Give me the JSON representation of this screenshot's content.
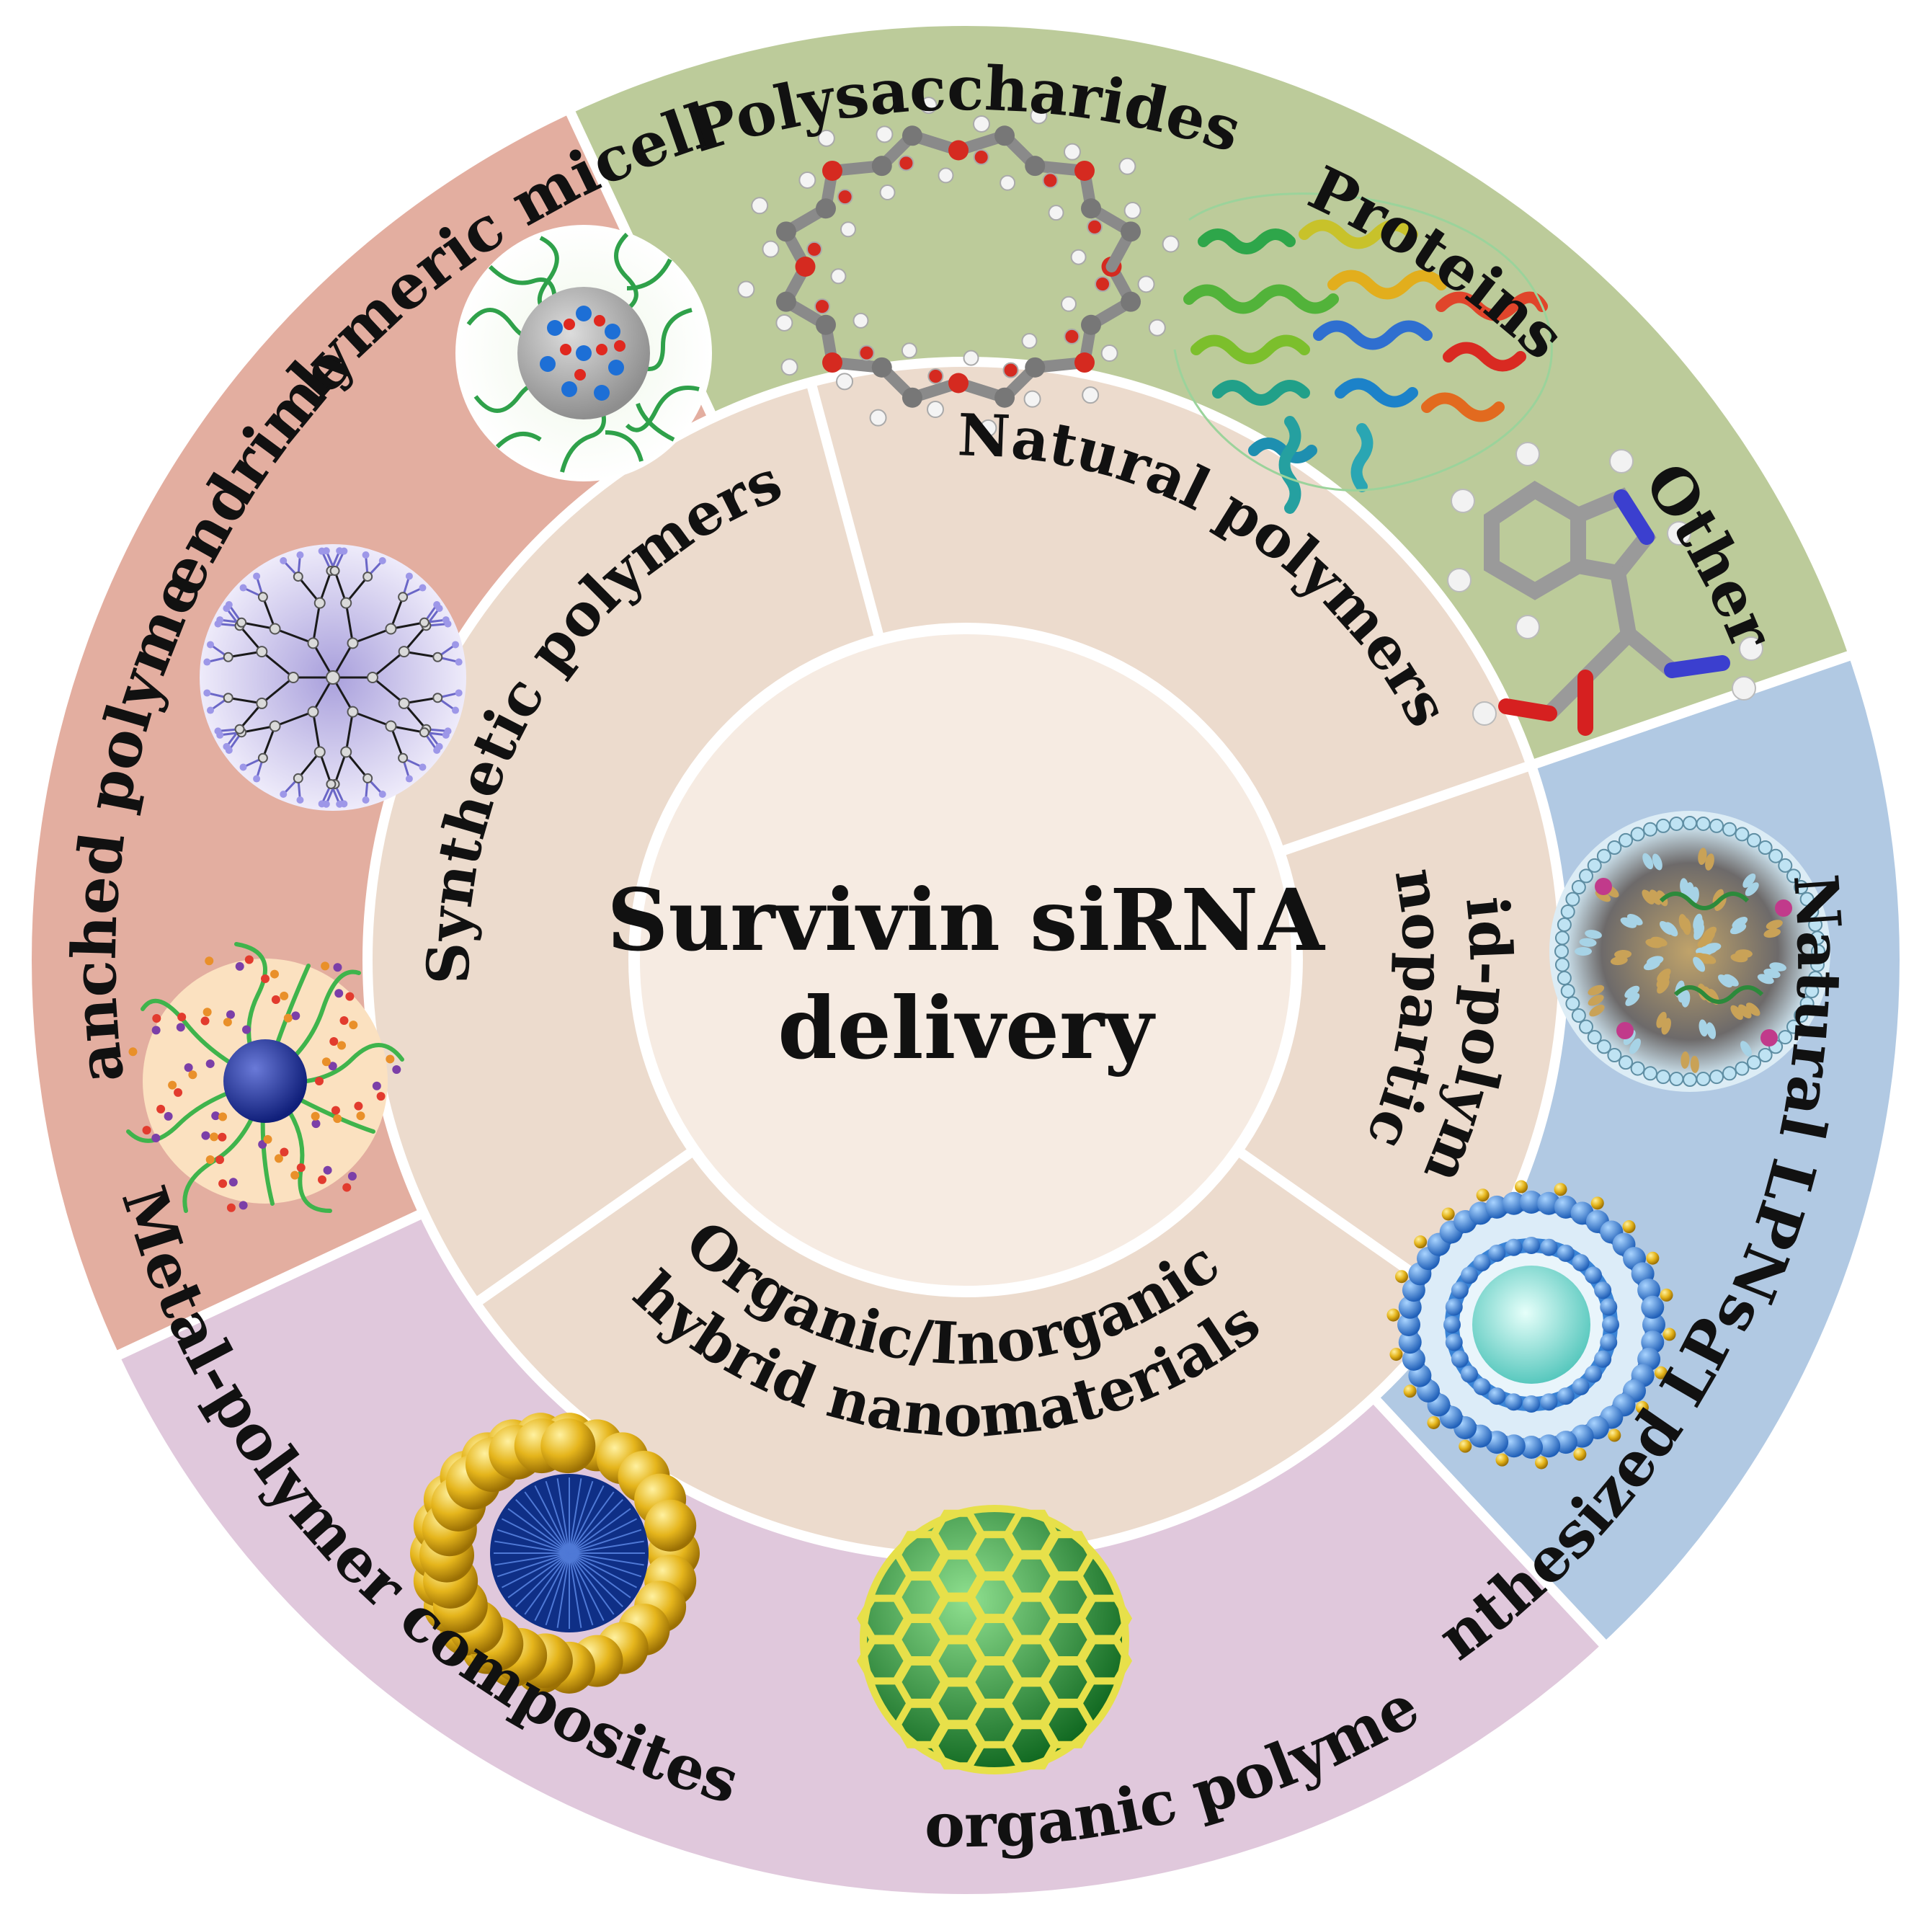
{
  "center": {
    "line1": "Survivin siRNA",
    "line2": "delivery"
  },
  "colors": {
    "synthetic": "#e3aea0",
    "natural": "#bccb9a",
    "lipid": "#b1c9e3",
    "hybrid": "#e0c8dc",
    "middle_ring": "#ecdbcd",
    "center": "#f6ebe2",
    "divider": "#ffffff"
  },
  "categories": {
    "synthetic": "Synthetic polymers",
    "natural": "Natural polymers",
    "lipid_line1": "Lipid-polymer",
    "lipid_line2": "nanoparticles",
    "hybrid_line1": "Organic/Inorganic",
    "hybrid_line2": "hybrid nanomaterials"
  },
  "outer": {
    "synthetic": {
      "a": "Branched polymers",
      "b": "Dendrimers",
      "c": "Polymeric micelles"
    },
    "natural": {
      "a": "Polysaccharides",
      "b": "Proteins",
      "c": "Other"
    },
    "lipid": {
      "a": "Natural LPNs",
      "b": "Synthesized LPNs"
    },
    "hybrid": {
      "a": "Metal-polymer composites",
      "b": "Inorganic polymers"
    }
  },
  "icons": [
    "polymeric-micelle-icon",
    "dendrimer-icon",
    "branched-polymer-icon",
    "polysaccharide-ring-icon",
    "protein-ribbon-icon",
    "small-molecule-icon",
    "natural-lpn-icon",
    "synthesized-lpn-icon",
    "metal-polymer-composite-icon",
    "inorganic-polymer-cage-icon"
  ]
}
